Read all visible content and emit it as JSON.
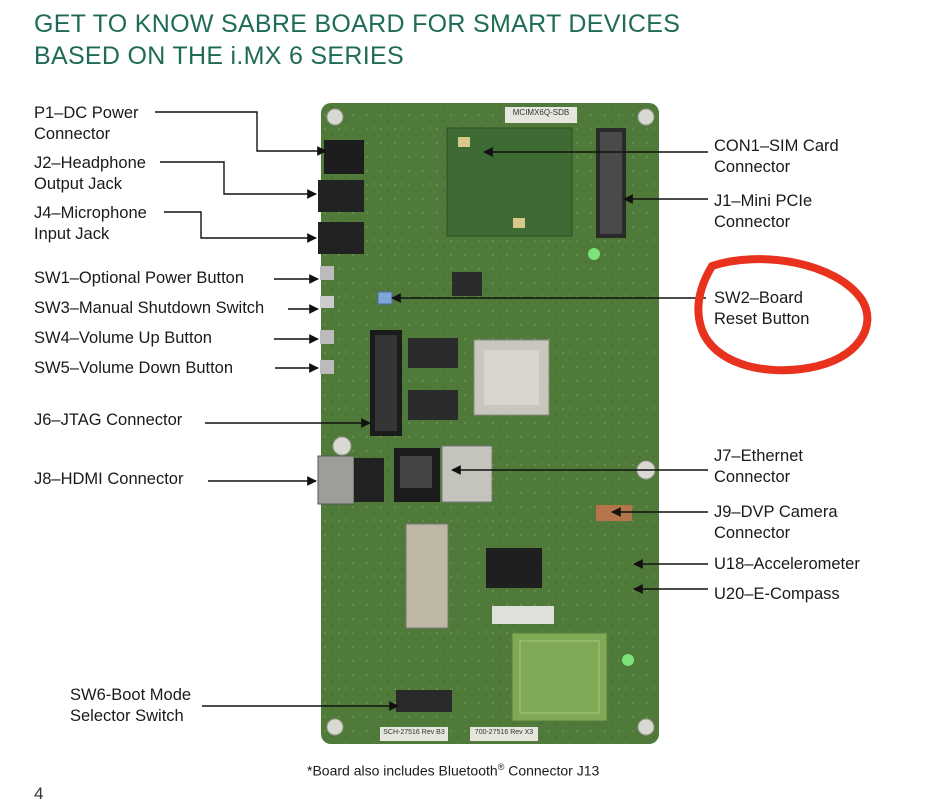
{
  "title": {
    "line1": "GET TO KNOW SABRE BOARD FOR SMART DEVICES",
    "line2": "BASED ON THE i.MX 6 SERIES"
  },
  "board_sticker": "MCIMX6Q-SDB",
  "board_bottom_labels": [
    "SCH-27516 Rev B3",
    "700-27516 Rev X3"
  ],
  "left_labels": {
    "p1": [
      "P1–DC Power",
      "Connector"
    ],
    "j2": [
      "J2–Headphone",
      "Output Jack"
    ],
    "j4": [
      "J4–Microphone",
      "Input Jack"
    ],
    "sw1": "SW1–Optional Power Button",
    "sw3": "SW3–Manual Shutdown Switch",
    "sw4": "SW4–Volume Up Button",
    "sw5": "SW5–Volume Down Button",
    "j6": "J6–JTAG Connector",
    "j8": "J8–HDMI Connector",
    "sw6": [
      "SW6-Boot Mode",
      "Selector Switch"
    ]
  },
  "right_labels": {
    "con1": [
      "CON1–SIM Card",
      "Connector"
    ],
    "j1": [
      "J1–Mini PCIe",
      "Connector"
    ],
    "sw2": [
      "SW2–Board",
      "Reset Button"
    ],
    "j7": [
      "J7–Ethernet",
      "Connector"
    ],
    "j9": [
      "J9–DVP Camera",
      "Connector"
    ],
    "u18": "U18–Accelerometer",
    "u20": "U20–E-Compass"
  },
  "footnote": {
    "text_before": "*Board also includes Bluetooth",
    "reg": "®",
    "text_after": " Connector J13"
  },
  "page_number": "4",
  "colors": {
    "title": "#1f6b57",
    "annotation_circle": "#e8321e",
    "pcb": "#4f7a3a"
  }
}
